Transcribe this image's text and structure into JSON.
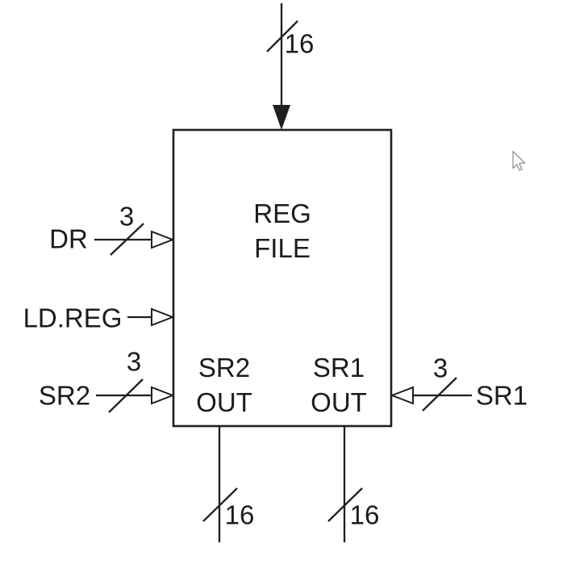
{
  "diagram": {
    "block": {
      "name_line1": "REG",
      "name_line2": "FILE"
    },
    "inputs": {
      "data_in": {
        "width": "16"
      },
      "dr": {
        "label": "DR",
        "width": "3"
      },
      "ld_reg": {
        "label": "LD.REG"
      },
      "sr2": {
        "label": "SR2",
        "width": "3"
      },
      "sr1": {
        "label": "SR1",
        "width": "3"
      }
    },
    "outputs": {
      "sr2_out": {
        "line1": "SR2",
        "line2": "OUT",
        "width": "16"
      },
      "sr1_out": {
        "line1": "SR1",
        "line2": "OUT",
        "width": "16"
      }
    },
    "icons": {
      "cursor": "mouse-pointer"
    },
    "colors": {
      "line": "#1f1f1f",
      "text": "#1c1c1c",
      "background": "#ffffff",
      "cursor_outline": "#9a9a9a"
    }
  }
}
